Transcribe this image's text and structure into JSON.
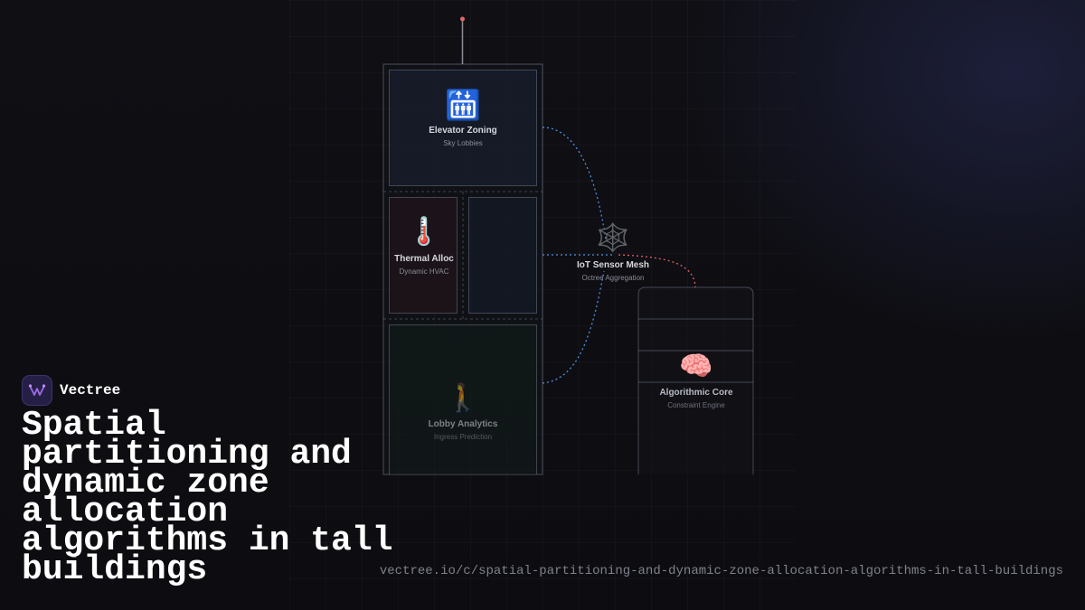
{
  "diagram": {
    "nodes": {
      "elevator": {
        "icon": "elevator-icon",
        "glyph": "🛗",
        "title": "Elevator Zoning",
        "subtitle": "Sky Lobbies"
      },
      "thermal": {
        "icon": "thermometer-icon",
        "glyph": "🌡️",
        "title": "Thermal Alloc",
        "subtitle": "Dynamic HVAC"
      },
      "lobby": {
        "icon": "walking-person-icon",
        "glyph": "🚶",
        "title": "Lobby Analytics",
        "subtitle": "Ingress Prediction"
      },
      "iot": {
        "icon": "spider-web-icon",
        "glyph": "🕸️",
        "title": "IoT Sensor Mesh",
        "subtitle": "Octree Aggregation"
      },
      "core": {
        "icon": "brain-icon",
        "glyph": "🧠",
        "title": "Algorithmic Core",
        "subtitle": "Constraint Engine"
      }
    },
    "colors": {
      "link_blue": "#4f8fe0",
      "link_red": "#e0606a",
      "beacon": "#e06a6a"
    }
  },
  "brand": {
    "name": "Vectree",
    "logo_icon": "vectree-logo-icon"
  },
  "headline": "Spatial partitioning and dynamic zone allocation algorithms in tall buildings",
  "url": "vectree.io/c/spatial-partitioning-and-dynamic-zone-allocation-algorithms-in-tall-buildings"
}
